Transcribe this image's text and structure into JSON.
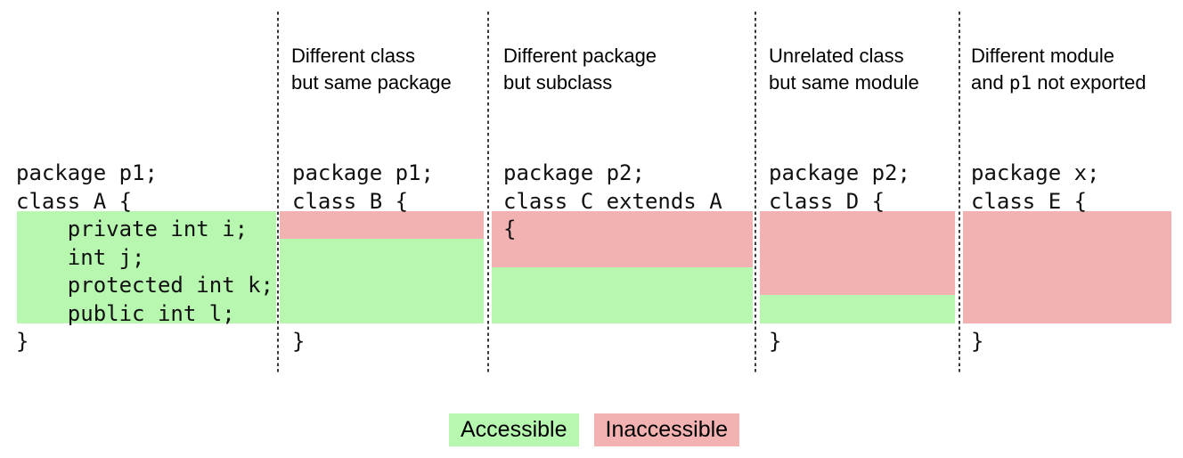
{
  "figure": {
    "topic": "Java member accessibility across classes, packages and modules"
  },
  "colors": {
    "accessible": "#b7f7b0",
    "inaccessible": "#f3b2b2",
    "separator": "#3a3a3a"
  },
  "columns": [
    {
      "id": "class-a",
      "header_lines": [],
      "code_lines": [
        "package p1;",
        "class A {",
        "    private int i;",
        "    int j;",
        "    protected int k;",
        "    public int l;",
        "}"
      ],
      "field_regions": [
        {
          "state": "accessible",
          "rows": 4
        }
      ]
    },
    {
      "id": "class-b",
      "header_lines": [
        "Different class",
        "but same package"
      ],
      "code_lines": [
        "package p1;",
        "class B {",
        "",
        "",
        "",
        "",
        "}"
      ],
      "field_regions": [
        {
          "state": "inaccessible",
          "rows": 1
        },
        {
          "state": "accessible",
          "rows": 3
        }
      ]
    },
    {
      "id": "class-c",
      "header_lines": [
        "Different package",
        "but subclass"
      ],
      "code_lines": [
        "package p2;",
        "class C extends A",
        "{"
      ],
      "field_regions": [
        {
          "state": "inaccessible",
          "rows": 2
        },
        {
          "state": "accessible",
          "rows": 2
        }
      ]
    },
    {
      "id": "class-d",
      "header_lines": [
        "Unrelated class",
        "but same module"
      ],
      "code_lines": [
        "package p2;",
        "class D {",
        "",
        "",
        "",
        "",
        "}"
      ],
      "field_regions": [
        {
          "state": "inaccessible",
          "rows": 3
        },
        {
          "state": "accessible",
          "rows": 1
        }
      ]
    },
    {
      "id": "class-e",
      "header_lines": [
        "Different module",
        "and p1 not exported"
      ],
      "header_line2_parts": [
        "and ",
        "p1",
        " not exported"
      ],
      "code_lines": [
        "package x;",
        "class E {",
        "",
        "",
        "",
        "",
        "}"
      ],
      "field_regions": [
        {
          "state": "inaccessible",
          "rows": 4
        }
      ]
    }
  ],
  "legend": {
    "accessible_label": "Accessible",
    "inaccessible_label": "Inaccessible"
  }
}
